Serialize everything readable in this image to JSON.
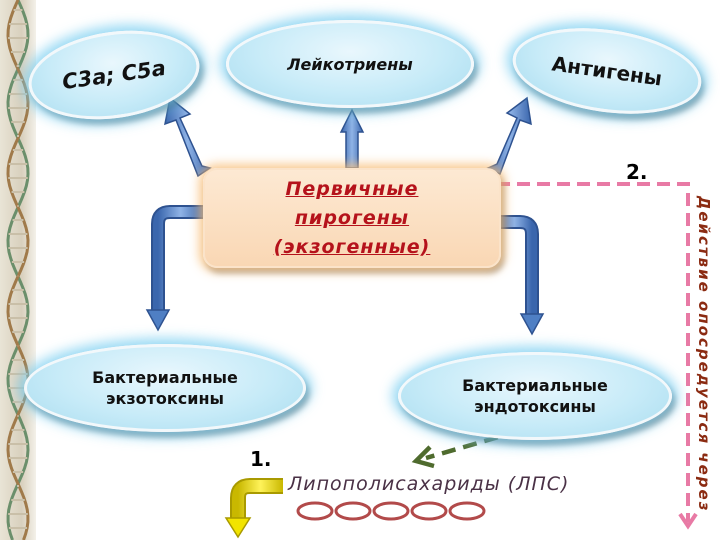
{
  "center": {
    "label": "Первичные\nпирогены\n(экзогенные)"
  },
  "nodes": {
    "c3a_c5a": "С3а; С5а",
    "leukotrienes": "Лейкотриены",
    "antigens": "Антигены",
    "exotoxins": "Бактериальные\nэкзотоксины",
    "endotoxins": "Бактериальные\nэндотоксины"
  },
  "lps_label": "Липополисахариды (ЛПС)",
  "markers": {
    "one": "1.",
    "two": "2."
  },
  "side_label": "Действие опосредуется через",
  "colors": {
    "oval_fill": "#c7ebf8",
    "oval_glow": "#78cdf0",
    "center_fill": "#f9d7b4",
    "center_text": "#b5121b",
    "arrow_blue": "#4f7fc4",
    "dashed_pink": "#e87aa5",
    "dashed_green": "#4f6b2e",
    "bent_arrow_yellow": "#f2e400",
    "lps_ovals": "#b24a4a",
    "side_label_color": "#8b2b12"
  }
}
